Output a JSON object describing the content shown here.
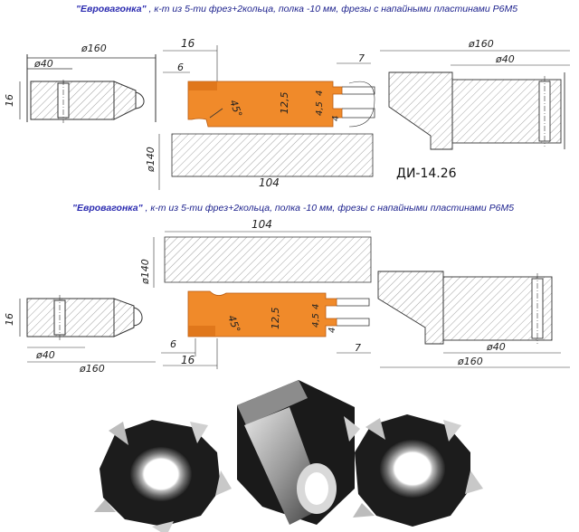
{
  "captions": [
    {
      "brand": "\"Евровагонка\"",
      "rest": " , к-т из 5-ти фрез+2кольца, полка -10 мм, фрезы с напайными пластинами Р6М5"
    },
    {
      "brand": "\"Евровагонка\"",
      "rest": " , к-т из 5-ти фрез+2кольца, полка -10 мм, фрезы с напайными пластинами Р6М5"
    }
  ],
  "model_code": "ДИ-14.26",
  "top": {
    "left_dims": {
      "d160": "ø160",
      "d40": "ø40",
      "h16": "16"
    },
    "profile_dims": {
      "w16": "16",
      "w6": "6",
      "angle": "45°",
      "h12": "12,5",
      "h4a": "4",
      "h45": "4,5",
      "h4b": "4",
      "w7": "7",
      "d140": "ø140",
      "w104": "104"
    },
    "right_dims": {
      "d160": "ø160",
      "d40": "ø40"
    }
  },
  "bottom": {
    "left_dims": {
      "h16": "16",
      "d40": "ø40",
      "d160": "ø160"
    },
    "profile_dims": {
      "w104": "104",
      "d140": "ø140",
      "angle": "45°",
      "h12": "12,5",
      "h4a": "4",
      "h45": "4,5",
      "h4b": "4",
      "w6": "6",
      "w16": "16",
      "w7": "7"
    },
    "right_dims": {
      "d40": "ø40",
      "d160": "ø160"
    }
  },
  "colors": {
    "profile": "#f08a2a",
    "profile_dark": "#d56a12",
    "line": "#333333",
    "hatch": "#777777",
    "caption": "#1a1f8c"
  }
}
